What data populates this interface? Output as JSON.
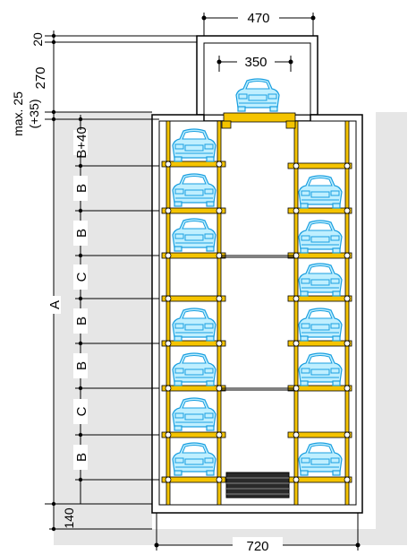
{
  "dimensions": {
    "top_width": "470",
    "car_width": "350",
    "pit_width": "720",
    "roof_thickness": "20",
    "head_height": "270",
    "top_clearance": "max. 25",
    "top_clearance_alt": "(+35)",
    "pit_depth": "140",
    "total_height": "A"
  },
  "levels": {
    "left": [
      "B+40",
      "B",
      "B",
      "C",
      "B",
      "B",
      "C",
      "B"
    ]
  },
  "colors": {
    "frame": "#f5c400",
    "car": "#1a9fe0",
    "wall": "#e6e6e6"
  }
}
